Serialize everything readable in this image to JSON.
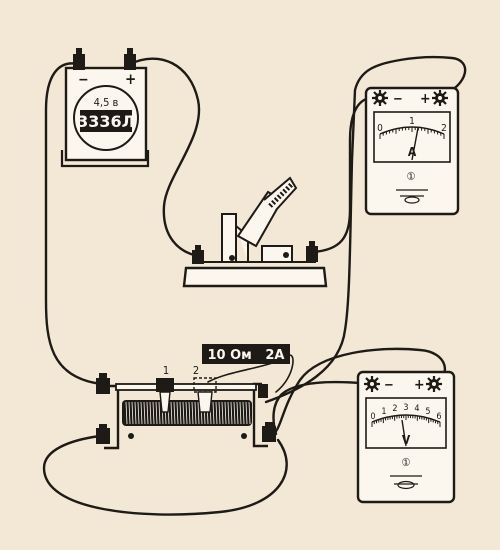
{
  "battery": {
    "minus": "−",
    "plus": "+",
    "voltage": "4,5 в",
    "model": "3336Л"
  },
  "ammeter": {
    "minus": "−",
    "plus": "+",
    "ticks": [
      "0",
      "1",
      "2"
    ],
    "symbol": "A",
    "unit": "①"
  },
  "voltmeter": {
    "minus": "−",
    "plus": "+",
    "ticks": [
      "0",
      "1",
      "2",
      "3",
      "4",
      "5",
      "6"
    ],
    "symbol": "V",
    "unit": "①"
  },
  "rheostat": {
    "rating": "10 Ом   2A",
    "slider_1": "1",
    "slider_2": "2"
  },
  "colors": {
    "paper": "#f3e8d6",
    "ink": "#1e1a16",
    "device": "#fbf6ee"
  }
}
